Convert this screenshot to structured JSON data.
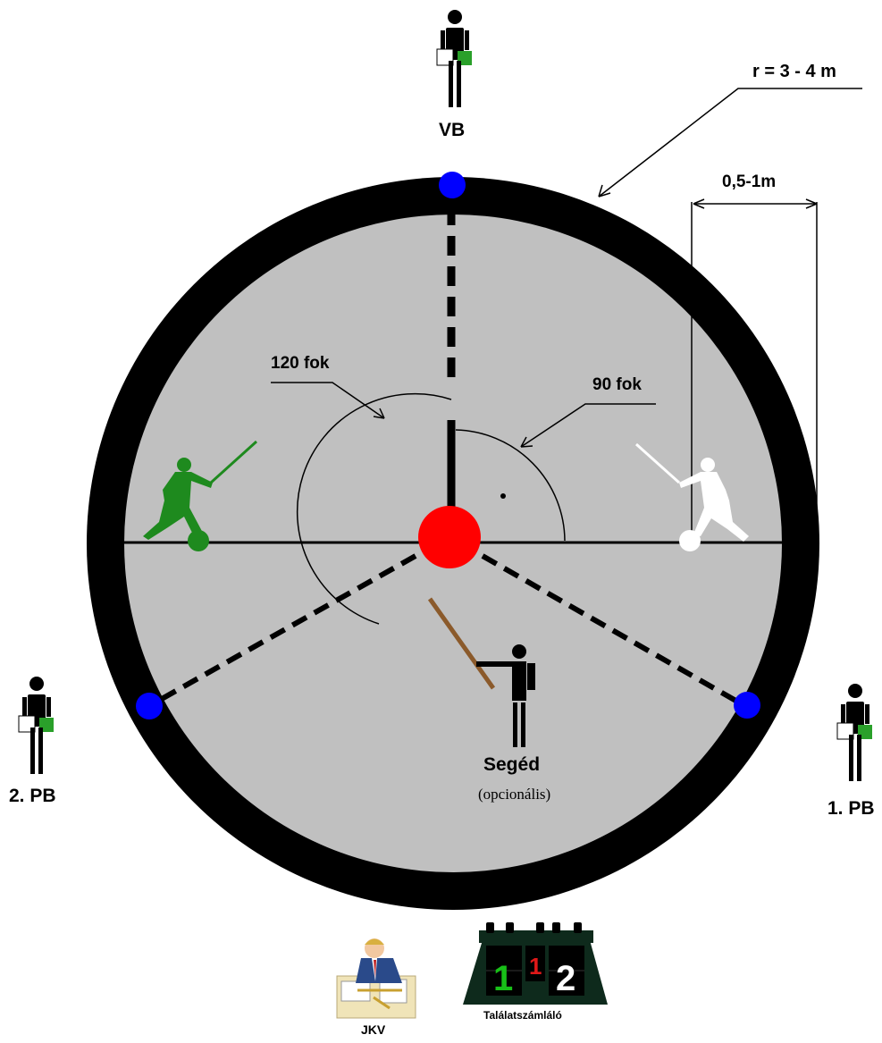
{
  "labels": {
    "vb": "VB",
    "pb1": "1. PB",
    "pb2": "2. PB",
    "seged": "Segéd",
    "optional": "(opcionális)",
    "radius": "r = 3 - 4 m",
    "distance": "0,5-1m",
    "angle120": "120 fok",
    "angle90": "90 fok",
    "jkv": "JKV",
    "scoreboard": "Találatszámláló"
  },
  "scoreboard": {
    "left": "1",
    "middle": "1",
    "right": "2"
  },
  "colors": {
    "ring": "#000000",
    "field": "#c0c0c0",
    "center_marker": "#ff0000",
    "judge_marker": "#0000ff",
    "fencer_left": "#1e8a1e",
    "fencer_right": "#ffffff",
    "assistant_stick": "#8b5a2b",
    "scoreboard_green": "#18c018",
    "scoreboard_red": "#e01818"
  },
  "icons": {
    "judge": "stick-figure-judge-icon",
    "assistant": "stick-figure-assistant-icon",
    "fencer": "fencer-silhouette-icon",
    "secretary": "secretary-at-desk-icon",
    "scoreboard": "flip-scoreboard-icon"
  }
}
